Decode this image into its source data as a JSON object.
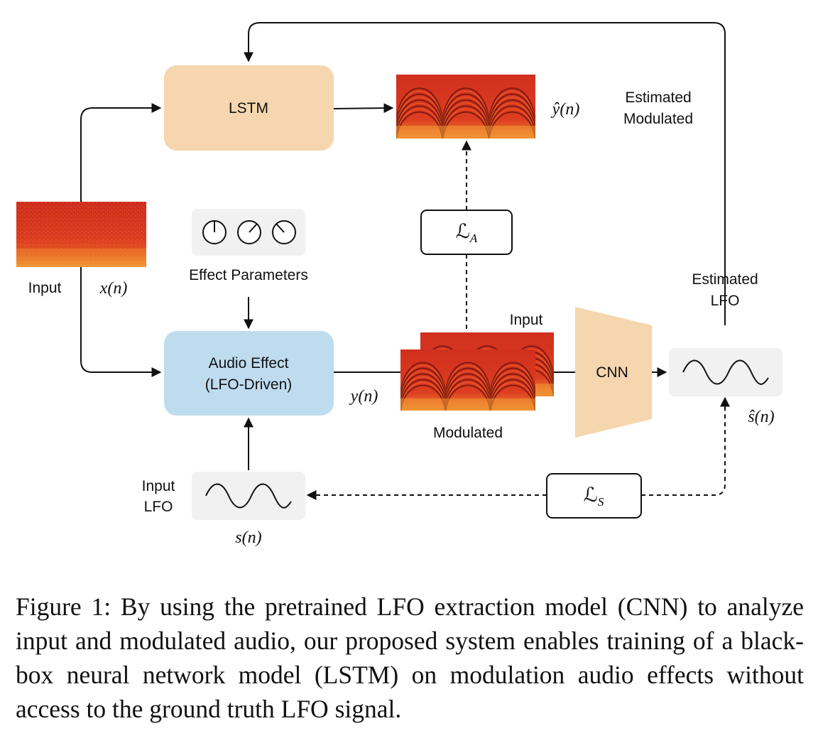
{
  "nodes": {
    "lstm": "LSTM",
    "audio_effect_line1": "Audio Effect",
    "audio_effect_line2": "(LFO-Driven)",
    "cnn": "CNN"
  },
  "labels": {
    "input": "Input",
    "x_n": "x(n)",
    "effect_parameters": "Effect Parameters",
    "y_hat_n": "ŷ(n)",
    "estimated_modulated_line1": "Estimated",
    "estimated_modulated_line2": "Modulated",
    "y_n": "y(n)",
    "stack_input": "Input",
    "stack_modulated": "Modulated",
    "estimated_lfo_line1": "Estimated",
    "estimated_lfo_line2": "LFO",
    "s_hat_n": "ŝ(n)",
    "input_lfo_line1": "Input",
    "input_lfo_line2": "LFO",
    "s_n": "s(n)"
  },
  "losses": {
    "audio_main": "ℒ",
    "audio_sub": "A",
    "lfo_main": "ℒ",
    "lfo_sub": "S"
  },
  "icons": {
    "knobs": "knob-icon",
    "lfo_wave": "sine-wave-icon",
    "spectrogram": "spectrogram-icon"
  },
  "colors": {
    "lstm_box": "#f5d6ae",
    "audio_effect_box": "#bfdcef",
    "cnn_box": "#f5d6ae",
    "icon_panel": "#f1f1f1",
    "spectrogram_dark": "#7a1410",
    "spectrogram_mid": "#d8331f",
    "spectrogram_light": "#f07c28"
  },
  "caption": "Figure 1: By using the pretrained LFO extraction model (CNN) to analyze input and modulated audio, our proposed system enables training of a black-box neural network model (LSTM) on modulation audio effects without access to the ground truth LFO signal."
}
